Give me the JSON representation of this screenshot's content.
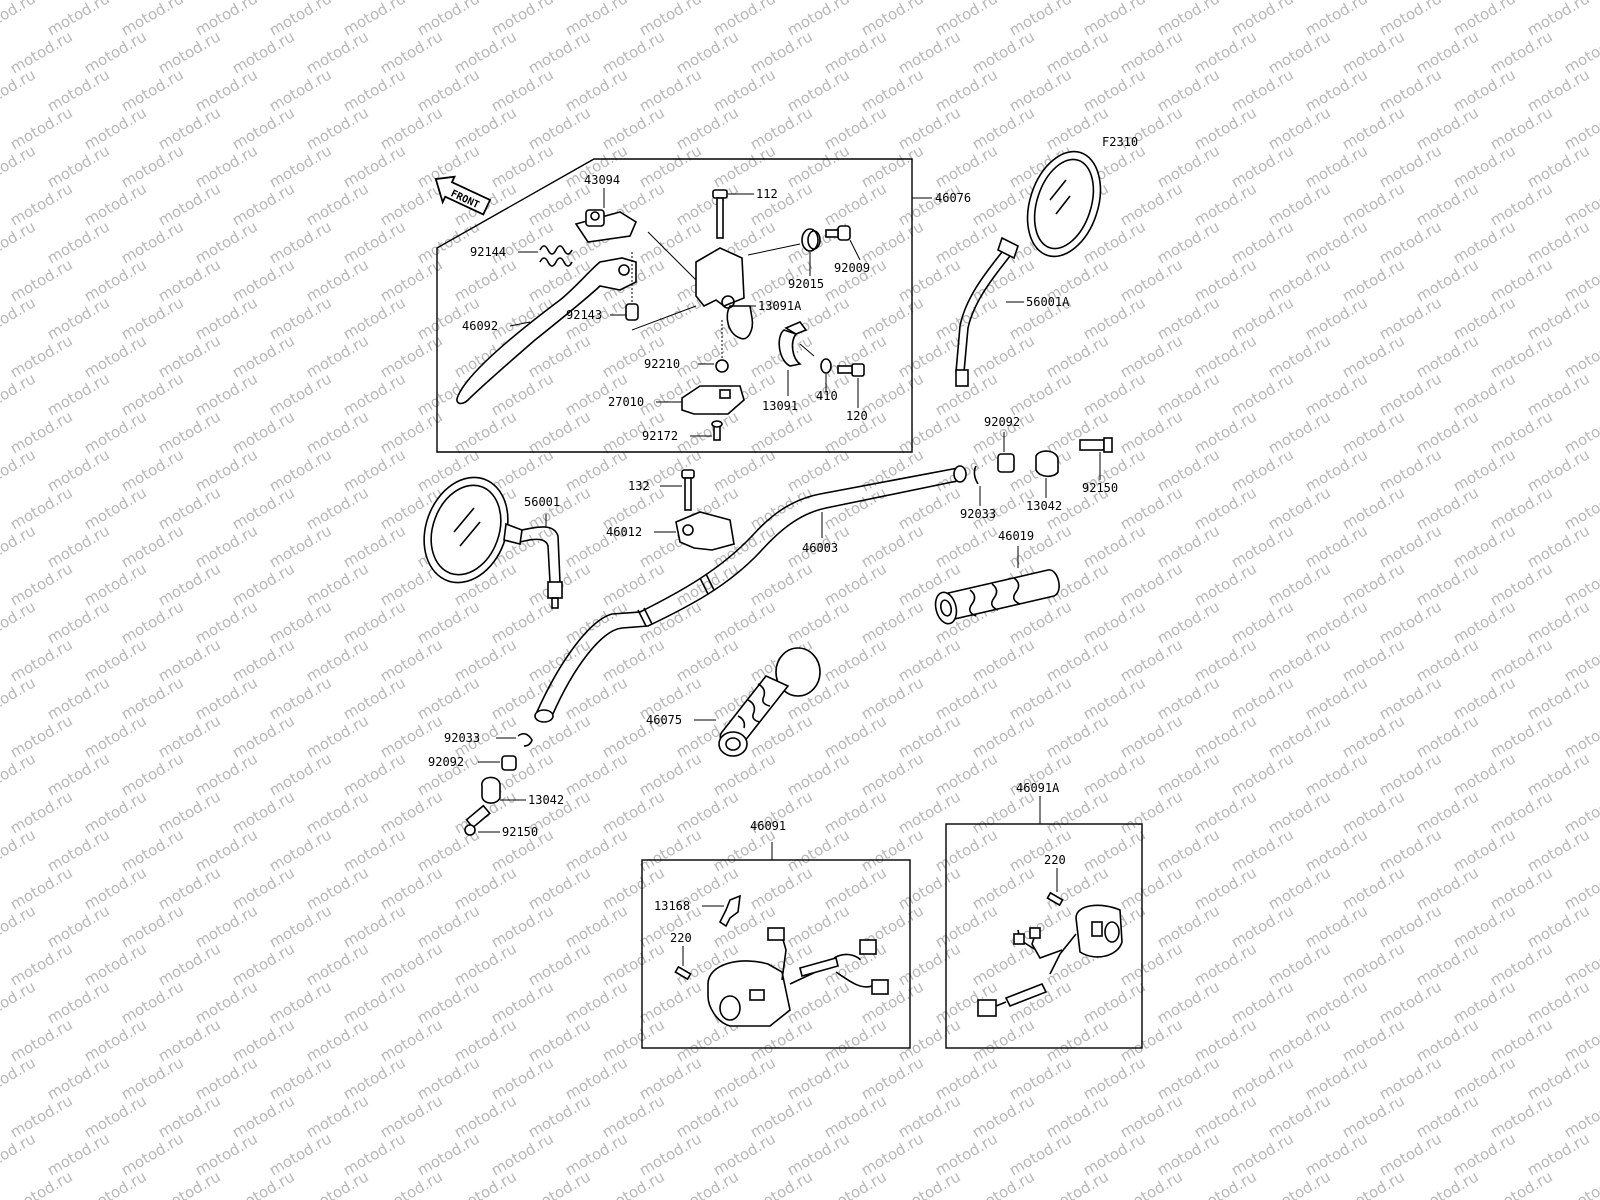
{
  "figure_code": "F2310",
  "front_label": "FRONT",
  "watermark_text": "motod.ru",
  "parts": {
    "p46076": "46076",
    "p43094": "43094",
    "p112": "112",
    "p92144": "92144",
    "p92015": "92015",
    "p92009": "92009",
    "p13091A": "13091A",
    "p46092": "46092",
    "p92143": "92143",
    "p92210": "92210",
    "p27010": "27010",
    "p13091": "13091",
    "p410": "410",
    "p120": "120",
    "p92172": "92172",
    "p56001A": "56001A",
    "p92092_r": "92092",
    "p92150_r": "92150",
    "p92033_r": "92033",
    "p13042_r": "13042",
    "p132": "132",
    "p56001": "56001",
    "p46012": "46012",
    "p46003": "46003",
    "p46019": "46019",
    "p46075": "46075",
    "p92033_l": "92033",
    "p92092_l": "92092",
    "p13042_l": "13042",
    "p92150_l": "92150",
    "p46091": "46091",
    "p46091A": "46091A",
    "p13168": "13168",
    "p220_a": "220",
    "p220_b": "220"
  }
}
